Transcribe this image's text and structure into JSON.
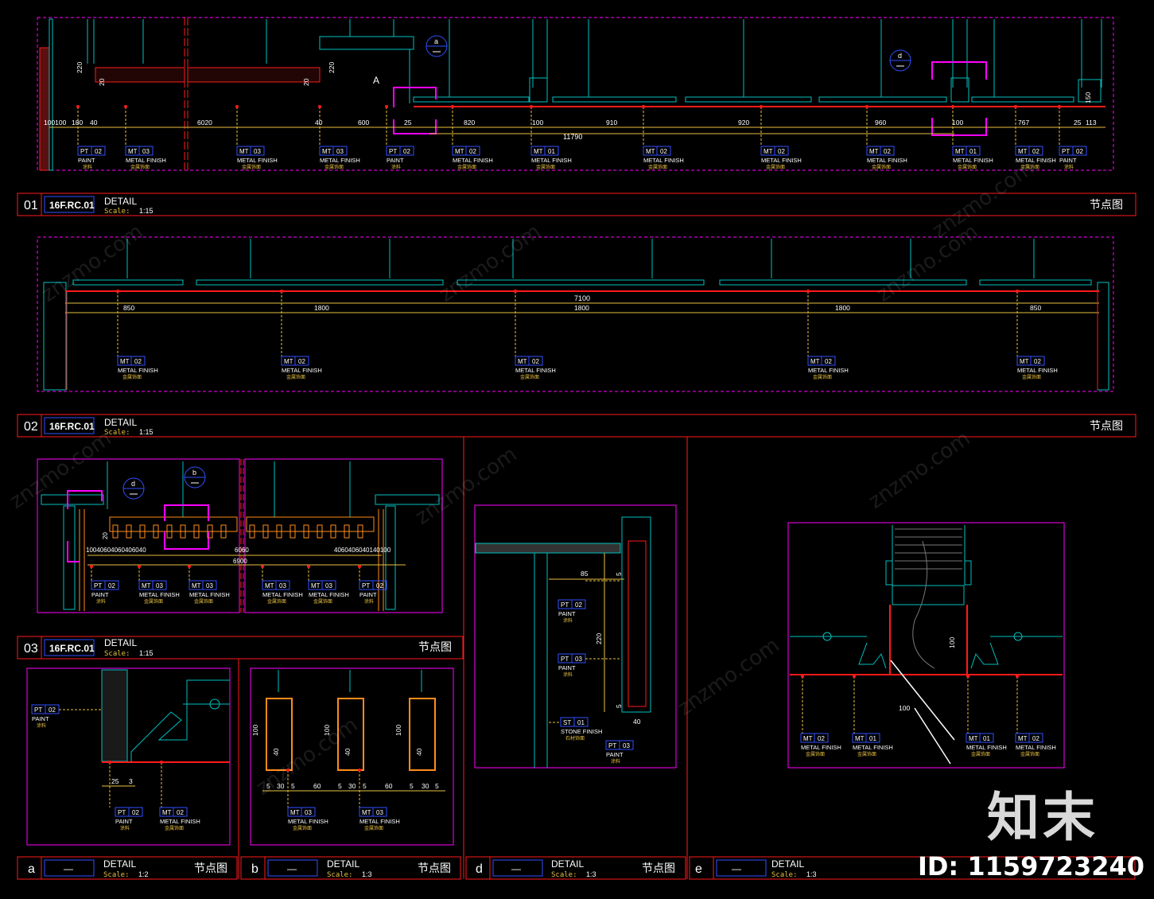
{
  "colors": {
    "background": "#000000",
    "frame_red": "#ff1a1a",
    "frame_magenta": "#ff00ff",
    "structure_cyan": "#00c0c0",
    "dimension_yellow": "#e8c040",
    "text_white": "#ffffff",
    "title_blue": "#3050ff"
  },
  "panel_01": {
    "num": "01",
    "code": "16F.RC.01",
    "title": "DETAIL",
    "scale_label": "Scale:",
    "scale": "1:15",
    "cn_label": "节点图",
    "callout_a": "a",
    "callout_d": "d",
    "dims_row": [
      "100100",
      "180",
      "40",
      "6020",
      "40",
      "600",
      "25",
      "820",
      "100",
      "910",
      "920",
      "960",
      "100",
      "767",
      "25",
      "113"
    ],
    "total_dim": "11790",
    "vertical_dims": [
      "220",
      "20",
      "220",
      "20",
      "150"
    ],
    "section_label": "A",
    "tags": [
      {
        "code": "PT",
        "num": "02",
        "desc": "PAINT",
        "cn": "涂料"
      },
      {
        "code": "MT",
        "num": "03",
        "desc": "METAL FINISH",
        "cn": "金属饰面"
      },
      {
        "code": "MT",
        "num": "03",
        "desc": "METAL FINISH",
        "cn": "金属饰面"
      },
      {
        "code": "MT",
        "num": "03",
        "desc": "METAL FINISH",
        "cn": "金属饰面"
      },
      {
        "code": "PT",
        "num": "02",
        "desc": "PAINT",
        "cn": "涂料"
      },
      {
        "code": "MT",
        "num": "02",
        "desc": "METAL FINISH",
        "cn": "金属饰面"
      },
      {
        "code": "MT",
        "num": "01",
        "desc": "METAL FINISH",
        "cn": "金属饰面"
      },
      {
        "code": "MT",
        "num": "02",
        "desc": "METAL FINISH",
        "cn": "金属饰面"
      },
      {
        "code": "MT",
        "num": "02",
        "desc": "METAL FINISH",
        "cn": "金属饰面"
      },
      {
        "code": "MT",
        "num": "02",
        "desc": "METAL FINISH",
        "cn": "金属饰面"
      },
      {
        "code": "MT",
        "num": "01",
        "desc": "METAL FINISH",
        "cn": "金属饰面"
      },
      {
        "code": "MT",
        "num": "02",
        "desc": "METAL FINISH",
        "cn": "金属饰面"
      },
      {
        "code": "PT",
        "num": "02",
        "desc": "PAINT",
        "cn": "涂料"
      }
    ]
  },
  "panel_02": {
    "num": "02",
    "code": "16F.RC.01",
    "title": "DETAIL",
    "scale_label": "Scale:",
    "scale": "1:15",
    "cn_label": "节点图",
    "total_dim": "7100",
    "dims_row": [
      "850",
      "1800",
      "1800",
      "1800",
      "850"
    ],
    "tags": [
      {
        "code": "MT",
        "num": "02",
        "desc": "METAL FINISH",
        "cn": "金属饰面"
      },
      {
        "code": "MT",
        "num": "02",
        "desc": "METAL FINISH",
        "cn": "金属饰面"
      },
      {
        "code": "MT",
        "num": "02",
        "desc": "METAL FINISH",
        "cn": "金属饰面"
      },
      {
        "code": "MT",
        "num": "02",
        "desc": "METAL FINISH",
        "cn": "金属饰面"
      },
      {
        "code": "MT",
        "num": "02",
        "desc": "METAL FINISH",
        "cn": "金属饰面"
      }
    ]
  },
  "panel_03": {
    "num": "03",
    "code": "16F.RC.01",
    "title": "DETAIL",
    "scale_label": "Scale:",
    "scale": "1:15",
    "cn_label": "节点图",
    "callout_d": "d",
    "callout_b": "b",
    "dim_left": "10040604060406040",
    "dim_right": "4060406040140100",
    "dim_6060": "6060",
    "dim_6900": "6900",
    "dim_20": "20",
    "tags": [
      {
        "code": "PT",
        "num": "02",
        "desc": "PAINT",
        "cn": "涂料"
      },
      {
        "code": "MT",
        "num": "03",
        "desc": "METAL FINISH",
        "cn": "金属饰面"
      },
      {
        "code": "MT",
        "num": "03",
        "desc": "METAL FINISH",
        "cn": "金属饰面"
      },
      {
        "code": "MT",
        "num": "03",
        "desc": "METAL FINISH",
        "cn": "金属饰面"
      },
      {
        "code": "MT",
        "num": "03",
        "desc": "METAL FINISH",
        "cn": "金属饰面"
      },
      {
        "code": "PT",
        "num": "02",
        "desc": "PAINT",
        "cn": "涂料"
      }
    ]
  },
  "panel_a": {
    "num": "a",
    "code": "—",
    "title": "DETAIL",
    "scale_label": "Scale:",
    "scale": "1:2",
    "cn_label": "节点图",
    "dims": [
      "25",
      "3"
    ],
    "tags": [
      {
        "code": "PT",
        "num": "02",
        "desc": "PAINT",
        "cn": "涂料"
      },
      {
        "code": "PT",
        "num": "02",
        "desc": "PAINT",
        "cn": "涂料"
      },
      {
        "code": "MT",
        "num": "02",
        "desc": "METAL FINISH",
        "cn": "金属饰面"
      }
    ]
  },
  "panel_b": {
    "num": "b",
    "code": "—",
    "title": "DETAIL",
    "scale_label": "Scale:",
    "scale": "1:3",
    "cn_label": "节点图",
    "dims": [
      "5",
      "30",
      "5",
      "60",
      "5",
      "30",
      "5",
      "60",
      "5",
      "30",
      "5"
    ],
    "vdims": [
      "100",
      "40",
      "100",
      "40",
      "100",
      "40"
    ],
    "tags": [
      {
        "code": "MT",
        "num": "03",
        "desc": "METAL FINISH",
        "cn": "金属饰面"
      },
      {
        "code": "MT",
        "num": "03",
        "desc": "METAL FINISH",
        "cn": "金属饰面"
      }
    ]
  },
  "panel_d": {
    "num": "d",
    "code": "—",
    "title": "DETAIL",
    "scale_label": "Scale:",
    "scale": "1:3",
    "cn_label": "节点图",
    "dims": [
      "85",
      "5",
      "220",
      "5",
      "40"
    ],
    "tags": [
      {
        "code": "PT",
        "num": "02",
        "desc": "PAINT",
        "cn": "涂料"
      },
      {
        "code": "PT",
        "num": "03",
        "desc": "PAINT",
        "cn": "涂料"
      },
      {
        "code": "ST",
        "num": "01",
        "desc": "STONE FINISH",
        "cn": "石材饰面"
      },
      {
        "code": "PT",
        "num": "03",
        "desc": "PAINT",
        "cn": "涂料"
      }
    ]
  },
  "panel_e": {
    "num": "e",
    "code": "—",
    "title": "DETAIL",
    "scale_label": "Scale:",
    "scale": "1:3",
    "dims": [
      "100",
      "100"
    ],
    "tags": [
      {
        "code": "MT",
        "num": "02",
        "desc": "METAL FINISH",
        "cn": "金属饰面"
      },
      {
        "code": "MT",
        "num": "01",
        "desc": "METAL FINISH",
        "cn": "金属饰面"
      },
      {
        "code": "MT",
        "num": "01",
        "desc": "METAL FINISH",
        "cn": "金属饰面"
      },
      {
        "code": "MT",
        "num": "02",
        "desc": "METAL FINISH",
        "cn": "金属饰面"
      }
    ]
  },
  "watermark": {
    "brand": "知末",
    "id": "ID: 1159723240",
    "diagonal": "znzmo.com"
  }
}
